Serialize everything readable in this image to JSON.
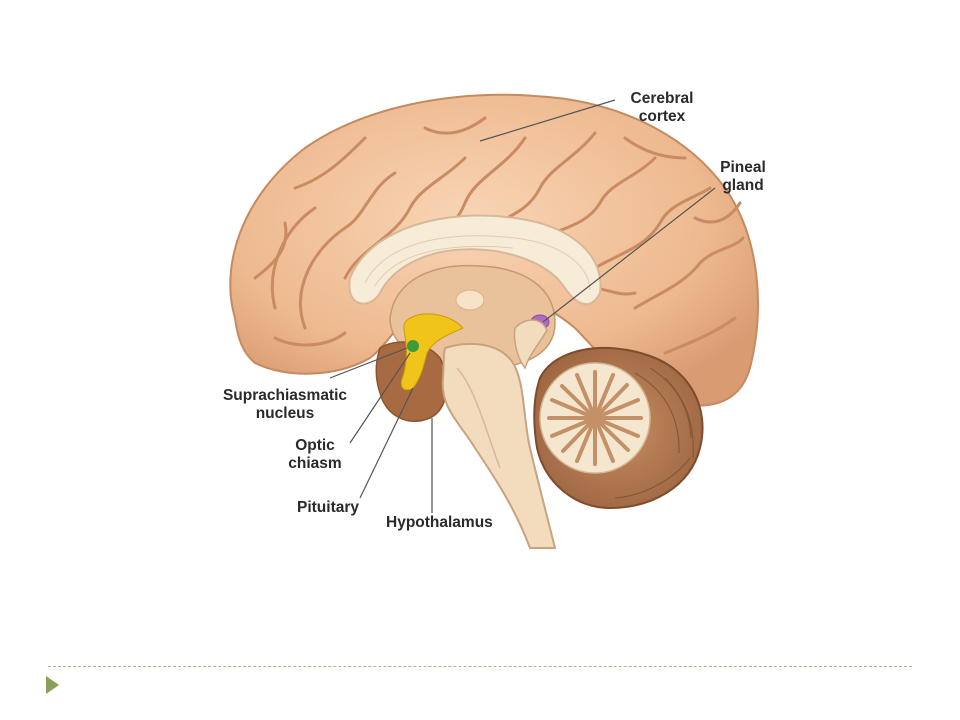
{
  "labels": {
    "cerebral_cortex": [
      "Cerebral",
      "cortex"
    ],
    "pineal_gland": [
      "Pineal",
      "gland"
    ],
    "suprachiasmatic_nucleus": [
      "Suprachiasmatic",
      "nucleus"
    ],
    "optic_chiasm": [
      "Optic",
      "chiasm"
    ],
    "pituitary": "Pituitary",
    "hypothalamus": "Hypothalamus"
  },
  "colors": {
    "cortex": "#f1c4a0",
    "cortex_shadow": "#d99b72",
    "white_matter": "#f6e8cf",
    "brainstem": "#f3dcbd",
    "cerebellum": "#b47b52",
    "pituitary": "#f0c419",
    "pineal": "#b06ac0",
    "scn": "#3d9a3d",
    "footer_accent": "#8aa05a"
  },
  "footer": {
    "bullet_icon": "triangle-right-icon"
  }
}
